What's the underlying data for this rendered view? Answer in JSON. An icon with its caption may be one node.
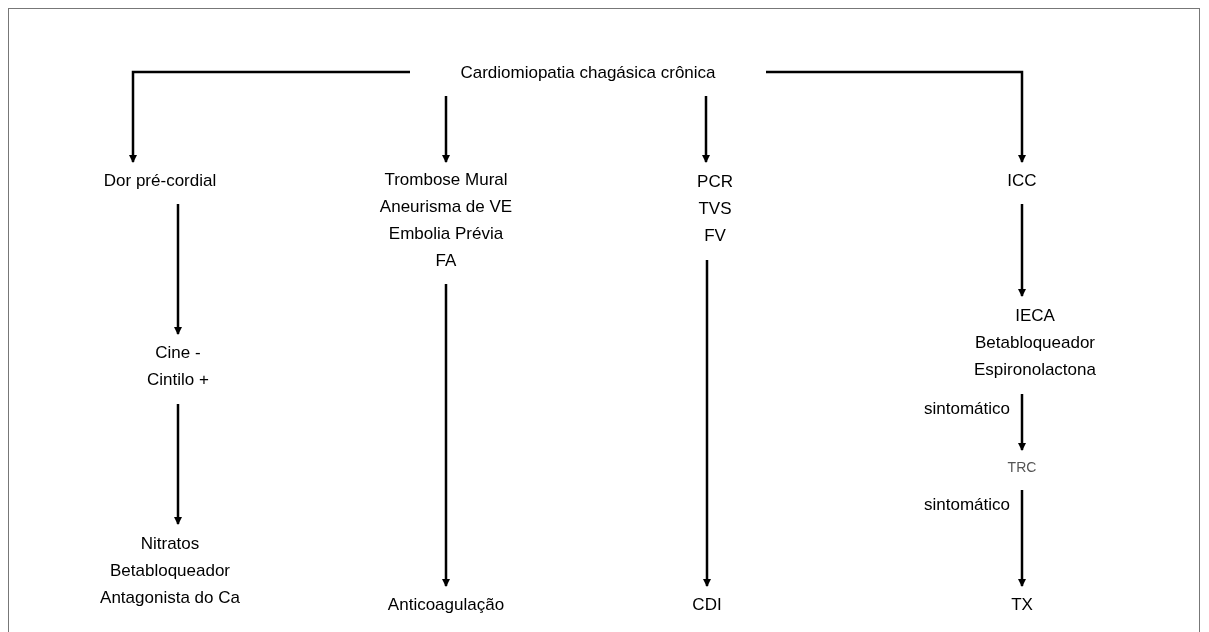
{
  "diagram": {
    "nodes": [
      {
        "text": [
          "Cardiomiopatia chagásica crônica"
        ]
      },
      {
        "text": [
          "Dor pré-cordial"
        ]
      },
      {
        "text": [
          "Trombose Mural",
          "Aneurisma de VE",
          "Embolia Prévia",
          "FA"
        ]
      },
      {
        "text": [
          "PCR",
          "TVS",
          "FV"
        ]
      },
      {
        "text": [
          "ICC"
        ]
      },
      {
        "text": [
          "Cine -",
          "Cintilo +"
        ]
      },
      {
        "text": [
          "Nitratos",
          "Betabloqueador",
          "Antagonista do Ca"
        ]
      },
      {
        "text": [
          "Anticoagulação"
        ]
      },
      {
        "text": [
          "CDI"
        ]
      },
      {
        "text": [
          "IECA",
          "Betabloqueador",
          "Espironolactona"
        ]
      },
      {
        "text": [
          "TRC"
        ]
      },
      {
        "text": [
          "TX"
        ]
      }
    ],
    "edges": [
      {
        "from": 0,
        "to": 1,
        "arrow": "to"
      },
      {
        "from": 0,
        "to": 2,
        "arrow": "to"
      },
      {
        "from": 0,
        "to": 3,
        "arrow": "to"
      },
      {
        "from": 0,
        "to": 4,
        "arrow": "to"
      },
      {
        "from": 1,
        "to": 5,
        "arrow": "to"
      },
      {
        "from": 5,
        "to": 6,
        "arrow": "to"
      },
      {
        "from": 2,
        "to": 7,
        "arrow": "to"
      },
      {
        "from": 3,
        "to": 8,
        "arrow": "to"
      },
      {
        "from": 4,
        "to": 9,
        "arrow": "to"
      },
      {
        "from": 9,
        "to": 10,
        "arrow": "to",
        "label": "sintomático"
      },
      {
        "from": 10,
        "to": 11,
        "arrow": "to",
        "label": "sintomático"
      }
    ]
  }
}
